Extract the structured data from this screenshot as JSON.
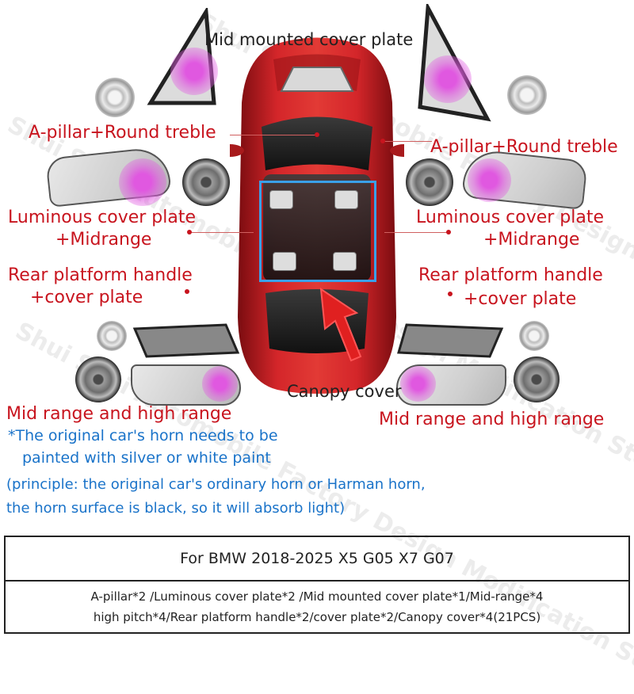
{
  "labels": {
    "mid_mounted": "Mid mounted cover plate",
    "a_pillar_left": "A-pillar+Round treble",
    "a_pillar_right": "A-pillar+Round treble",
    "luminous_left_1": "Luminous cover plate",
    "luminous_left_2": "+Midrange",
    "luminous_right_1": "Luminous cover plate",
    "luminous_right_2": "+Midrange",
    "rear_left_1": "Rear platform handle",
    "rear_left_2": "+cover plate",
    "rear_right_1": "Rear platform handle",
    "rear_right_2": "+cover plate",
    "canopy": "Canopy cover",
    "mid_high_left": "Mid range and high range",
    "mid_high_right": "Mid range and high range"
  },
  "note": {
    "line1": "*The original car's horn needs to be",
    "line2": "painted with silver or white paint",
    "line3": "(principle: the original car's ordinary horn or Harman horn,",
    "line4": "the horn surface is black, so it will absorb light)"
  },
  "spec": {
    "title": "For BMW 2018-2025 X5 G05 X7 G07",
    "items_line1": "A-pillar*2 /Luminous cover plate*2 /Mid mounted cover plate*1/Mid-range*4",
    "items_line2": "high pitch*4/Rear platform handle*2/cover plate*2/Canopy cover*4(21PCS)"
  },
  "watermark": "Shui Shui Automobile Factory Design Modification Store",
  "colors": {
    "label_red": "#c8141e",
    "note_blue": "#1a73c9",
    "note_dark": "#333333",
    "car_red": "#c51a1e",
    "glow_pink": "#e058e0",
    "highlight_blue": "#3aa0e8"
  }
}
